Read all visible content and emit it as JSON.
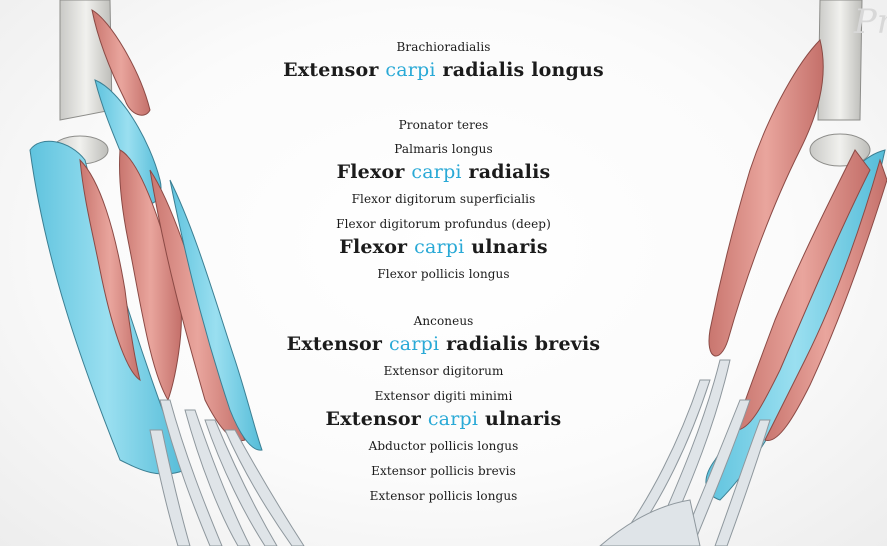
{
  "watermark": "Pr",
  "colors": {
    "highlight": "#29a9d6",
    "muscle_red": "#d98c84",
    "muscle_blue": "#72cfe6",
    "tendon": "#dfe4e8"
  },
  "labels": [
    {
      "type": "small",
      "text": "Brachioradialis"
    },
    {
      "type": "big",
      "pre": "Extensor",
      "hl": "carpi",
      "post": "radialis longus"
    },
    {
      "type": "small",
      "text": "Pronator teres"
    },
    {
      "type": "small",
      "text": "Palmaris longus"
    },
    {
      "type": "big",
      "pre": "Flexor",
      "hl": "carpi",
      "post": "radialis"
    },
    {
      "type": "small",
      "text": "Flexor digitorum superficialis"
    },
    {
      "type": "small",
      "text": "Flexor digitorum profundus (deep)"
    },
    {
      "type": "big",
      "pre": "Flexor",
      "hl": "carpi",
      "post": "ulnaris"
    },
    {
      "type": "small",
      "text": "Flexor pollicis longus"
    },
    {
      "type": "small",
      "text": "Anconeus"
    },
    {
      "type": "big",
      "pre": "Extensor",
      "hl": "carpi",
      "post": "radialis brevis"
    },
    {
      "type": "small",
      "text": "Extensor digitorum"
    },
    {
      "type": "small",
      "text": "Extensor digiti minimi"
    },
    {
      "type": "big",
      "pre": "Extensor",
      "hl": "carpi",
      "post": "ulnaris"
    },
    {
      "type": "small",
      "text": "Abductor pollicis longus"
    },
    {
      "type": "small",
      "text": "Extensor pollicis brevis"
    },
    {
      "type": "small",
      "text": "Extensor pollicis longus"
    }
  ]
}
